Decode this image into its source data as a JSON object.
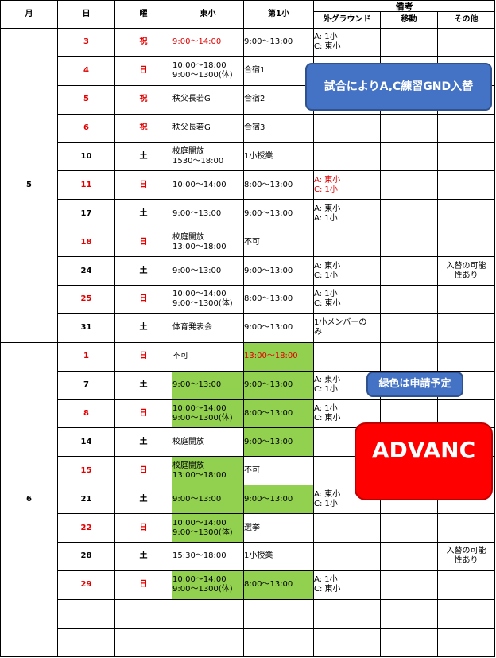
{
  "header": {
    "month": "月",
    "day": "日",
    "weekday": "曜",
    "east": "東小",
    "first": "第1小",
    "remarks": "備考",
    "outside_ground": "外グラウンド",
    "move": "移動",
    "other": "その他"
  },
  "months": [
    "5",
    "6"
  ],
  "rows": [
    {
      "day": "3",
      "dow": "祝",
      "east": "9:00～14:00",
      "first": "9:00～13:00",
      "ground": "A: 1小\nC: 東小",
      "other": ""
    },
    {
      "day": "4",
      "dow": "日",
      "east": "10:00～18:00\n9:00～1300(体)",
      "first": "合宿1",
      "ground": "",
      "other": ""
    },
    {
      "day": "5",
      "dow": "祝",
      "east": "秩父長若G",
      "first": "合宿2",
      "ground": "",
      "other": ""
    },
    {
      "day": "6",
      "dow": "祝",
      "east": "秩父長若G",
      "first": "合宿3",
      "ground": "",
      "other": ""
    },
    {
      "day": "10",
      "dow": "土",
      "east": "校庭開放\n1530～18:00",
      "first": "1小授業",
      "ground": "",
      "other": ""
    },
    {
      "day": "11",
      "dow": "日",
      "east": "10:00～14:00",
      "first": "8:00～13:00",
      "ground": "A: 東小\nC: 1小",
      "other": ""
    },
    {
      "day": "17",
      "dow": "土",
      "east": "9:00～13:00",
      "first": "9:00～13:00",
      "ground": "A: 東小\nA: 1小",
      "other": ""
    },
    {
      "day": "18",
      "dow": "日",
      "east": "校庭開放\n13:00～18:00",
      "first": "不可",
      "ground": "",
      "other": ""
    },
    {
      "day": "24",
      "dow": "土",
      "east": "9:00～13:00",
      "first": "9:00～13:00",
      "ground": "A: 東小\nC: 1小",
      "other": "入替の可能\n性あり"
    },
    {
      "day": "25",
      "dow": "日",
      "east": "10:00～14:00\n9:00～1300(体)",
      "first": "8:00～13:00",
      "ground": "A: 1小\nC: 東小",
      "other": ""
    },
    {
      "day": "31",
      "dow": "土",
      "east": "体育発表会",
      "first": "9:00～13:00",
      "ground": "1小メンバーの\nみ",
      "other": ""
    },
    {
      "day": "1",
      "dow": "日",
      "east": "不可",
      "first": "13:00～18:00",
      "ground": "",
      "other": ""
    },
    {
      "day": "7",
      "dow": "土",
      "east": "9:00～13:00",
      "first": "9:00～13:00",
      "ground": "A: 東小\nC: 1小",
      "other": ""
    },
    {
      "day": "8",
      "dow": "日",
      "east": "10:00～14:00\n9:00～1300(体)",
      "first": "8:00～13:00",
      "ground": "A: 1小\nC: 東小",
      "other": ""
    },
    {
      "day": "14",
      "dow": "土",
      "east": "校庭開放",
      "first": "9:00～13:00",
      "ground": "",
      "other": ""
    },
    {
      "day": "15",
      "dow": "日",
      "east": "校庭開放\n13:00～18:00",
      "first": "不可",
      "ground": "",
      "other": ""
    },
    {
      "day": "21",
      "dow": "土",
      "east": "9:00～13:00",
      "first": "9:00～13:00",
      "ground": "A: 東小\nC: 1小",
      "other": ""
    },
    {
      "day": "22",
      "dow": "日",
      "east": "10:00～14:00\n9:00～1300(体)",
      "first": "選挙",
      "ground": "",
      "other": ""
    },
    {
      "day": "28",
      "dow": "土",
      "east": "15:30～18:00",
      "first": "1小授業",
      "ground": "",
      "other": "入替の可能\n性あり"
    },
    {
      "day": "29",
      "dow": "日",
      "east": "10:00～14:00\n9:00～1300(体)",
      "first": "8:00～13:00",
      "ground": "A: 1小\nC: 東小",
      "other": ""
    }
  ],
  "callouts": {
    "swap_note": "試合によりA,C練習GND入替",
    "green_note": "緑色は申請予定",
    "advanc": "ADVANC"
  },
  "colors": {
    "holiday_red": "#e00000",
    "green_fill": "#92d050",
    "callout_blue": "#4472c4",
    "callout_red": "#ff0000"
  }
}
